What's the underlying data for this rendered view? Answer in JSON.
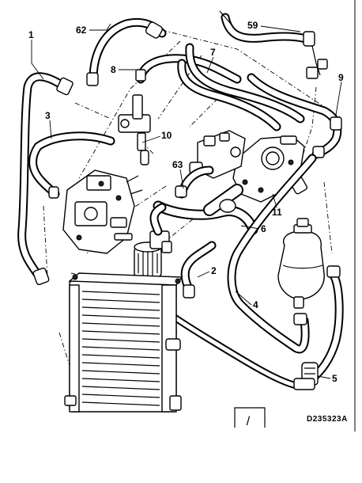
{
  "callouts": {
    "c1": "1",
    "c2": "2",
    "c3": "3",
    "c4": "4",
    "c5": "5",
    "c6": "6",
    "c7": "7",
    "c8": "8",
    "c9": "9",
    "c10": "10",
    "c11": "11",
    "c59": "59",
    "c62": "62",
    "c63": "63"
  },
  "reference_code": "D235323A",
  "view_marker": "/"
}
